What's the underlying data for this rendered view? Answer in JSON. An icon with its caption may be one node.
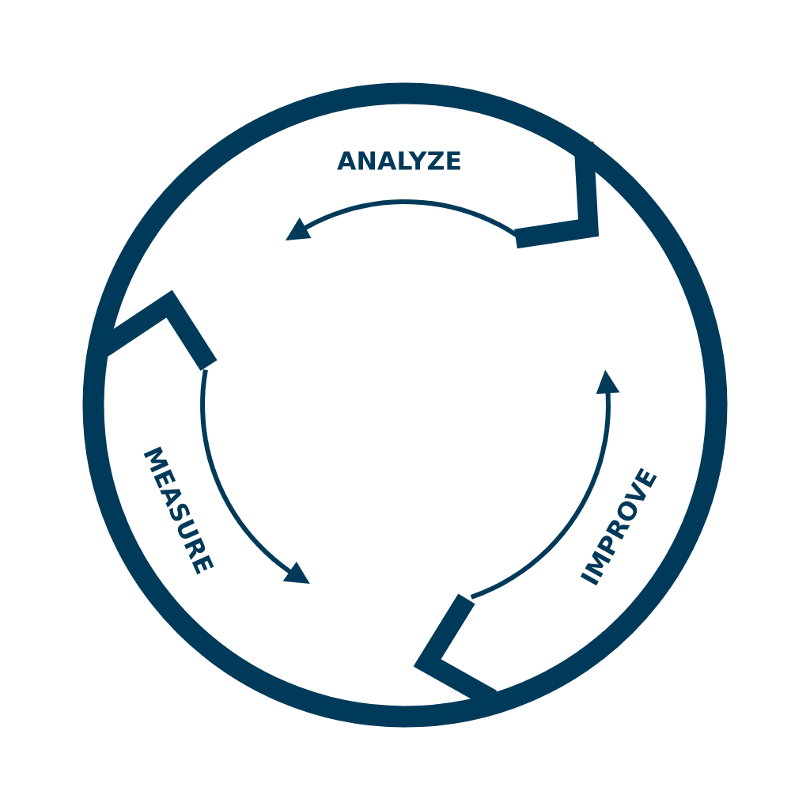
{
  "diagram": {
    "labels": [
      "ANALYZE",
      "MEASURE",
      "IMPROVE"
    ]
  }
}
